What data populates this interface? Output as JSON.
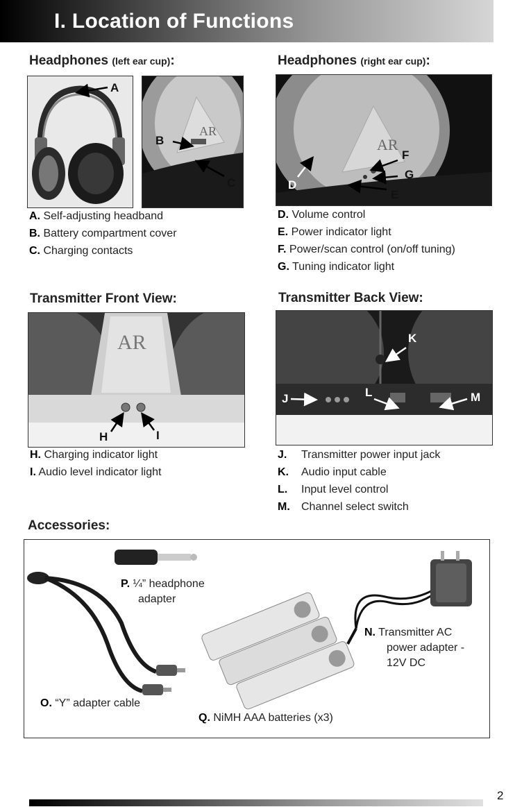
{
  "header": {
    "title": "I. Location of Functions"
  },
  "left_cup": {
    "title": "Headphones",
    "subtitle": "(left ear cup)",
    "colon": ":",
    "callouts": [
      "A",
      "B",
      "C"
    ],
    "items": [
      {
        "letter": "A.",
        "text": "Self-adjusting headband"
      },
      {
        "letter": "B.",
        "text": "Battery compartment cover"
      },
      {
        "letter": "C.",
        "text": "Charging contacts"
      }
    ]
  },
  "right_cup": {
    "title": "Headphones",
    "subtitle": "(right ear cup)",
    "colon": ":",
    "callouts": [
      "D",
      "E",
      "F",
      "G"
    ],
    "items": [
      {
        "letter": "D.",
        "text": "Volume control"
      },
      {
        "letter": "E.",
        "text": "Power indicator light"
      },
      {
        "letter": "F.",
        "text": "Power/scan control (on/off tuning)"
      },
      {
        "letter": "G.",
        "text": "Tuning indicator light"
      }
    ]
  },
  "tx_front": {
    "title": "Transmitter Front View:",
    "callouts": [
      "H",
      "I"
    ],
    "items": [
      {
        "letter": "H.",
        "text": "Charging indicator light"
      },
      {
        "letter": "I.",
        "text": "Audio level indicator light"
      }
    ]
  },
  "tx_back": {
    "title": "Transmitter Back View:",
    "callouts": [
      "J",
      "K",
      "L",
      "M"
    ],
    "items": [
      {
        "letter": "J.",
        "text": "Transmitter power input jack"
      },
      {
        "letter": "K.",
        "text": "Audio input cable"
      },
      {
        "letter": "L.",
        "text": "Input level control"
      },
      {
        "letter": "M.",
        "text": "Channel select switch"
      }
    ]
  },
  "accessories": {
    "title": "Accessories:",
    "items": [
      {
        "letter": "P.",
        "text": "¼” headphone",
        "text2": "adapter"
      },
      {
        "letter": "N.",
        "text": "Transmitter AC",
        "text2": "power adapter -",
        "text3": "12V DC"
      },
      {
        "letter": "O.",
        "text": "“Y” adapter cable"
      },
      {
        "letter": "Q.",
        "text": "NiMH AAA batteries (x3)"
      }
    ]
  },
  "footer": {
    "page_number": "2"
  }
}
